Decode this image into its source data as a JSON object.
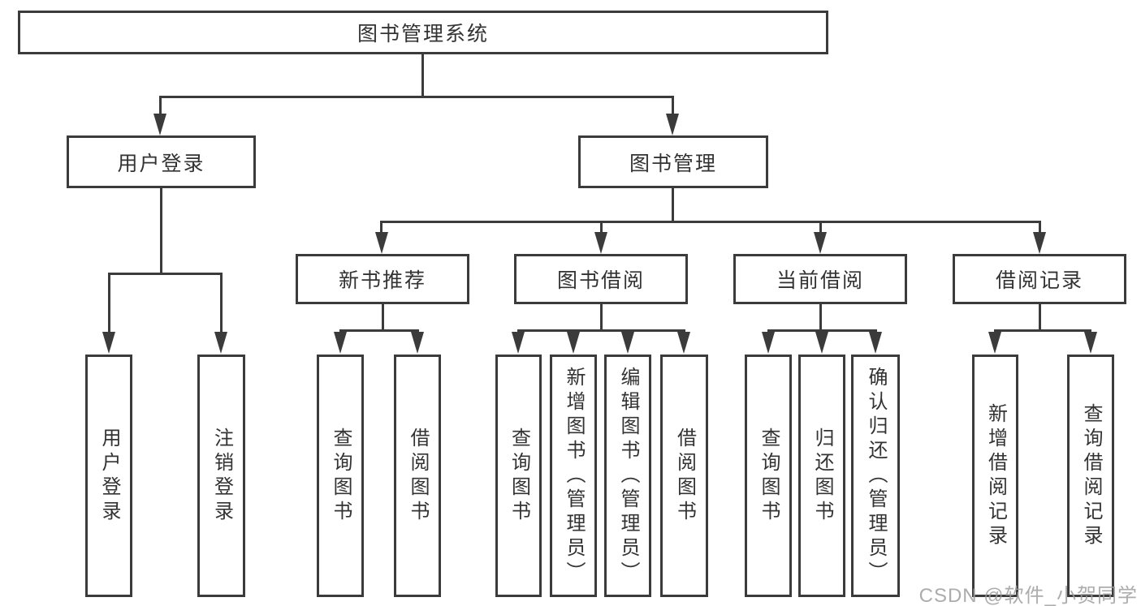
{
  "diagram_type": "tree",
  "colors": {
    "line": "#3b3b3b",
    "border": "#3b3b3b",
    "text": "#333333",
    "background": "#ffffff",
    "watermark": "#9e9e9e"
  },
  "nodes": {
    "root": {
      "label": "图书管理系统"
    },
    "user_login": {
      "label": "用户登录"
    },
    "book_management": {
      "label": "图书管理"
    },
    "new_book_recommend": {
      "label": "新书推荐"
    },
    "book_borrow": {
      "label": "图书借阅"
    },
    "current_borrow": {
      "label": "当前借阅"
    },
    "borrow_record": {
      "label": "借阅记录"
    },
    "leaf_user_login": {
      "label": "用户登录"
    },
    "leaf_logout": {
      "label": "注销登录"
    },
    "leaf_nb_query_book": {
      "label": "查询图书"
    },
    "leaf_nb_borrow_book": {
      "label": "借阅图书"
    },
    "leaf_bb_query_book": {
      "label": "查询图书"
    },
    "leaf_bb_add_book": {
      "label": "新增图书（管理员）"
    },
    "leaf_bb_edit_book": {
      "label": "编辑图书（管理员）"
    },
    "leaf_bb_borrow_book": {
      "label": "借阅图书"
    },
    "leaf_cb_query_book": {
      "label": "查询图书"
    },
    "leaf_cb_return_book": {
      "label": "归还图书"
    },
    "leaf_cb_confirm_return": {
      "label": "确认归还（管理员）"
    },
    "leaf_br_add_record": {
      "label": "新增借阅记录"
    },
    "leaf_br_query_record": {
      "label": "查询借阅记录"
    }
  },
  "edges": [
    {
      "from": "root",
      "to": [
        "user_login",
        "book_management"
      ]
    },
    {
      "from": "user_login",
      "to": [
        "leaf_user_login",
        "leaf_logout"
      ]
    },
    {
      "from": "book_management",
      "to": [
        "new_book_recommend",
        "book_borrow",
        "current_borrow",
        "borrow_record"
      ]
    },
    {
      "from": "new_book_recommend",
      "to": [
        "leaf_nb_query_book",
        "leaf_nb_borrow_book"
      ]
    },
    {
      "from": "book_borrow",
      "to": [
        "leaf_bb_query_book",
        "leaf_bb_add_book",
        "leaf_bb_edit_book",
        "leaf_bb_borrow_book"
      ]
    },
    {
      "from": "current_borrow",
      "to": [
        "leaf_cb_query_book",
        "leaf_cb_return_book",
        "leaf_cb_confirm_return"
      ]
    },
    {
      "from": "borrow_record",
      "to": [
        "leaf_br_add_record",
        "leaf_br_query_record"
      ]
    }
  ],
  "watermark": "CSDN @软件_小贺同学"
}
